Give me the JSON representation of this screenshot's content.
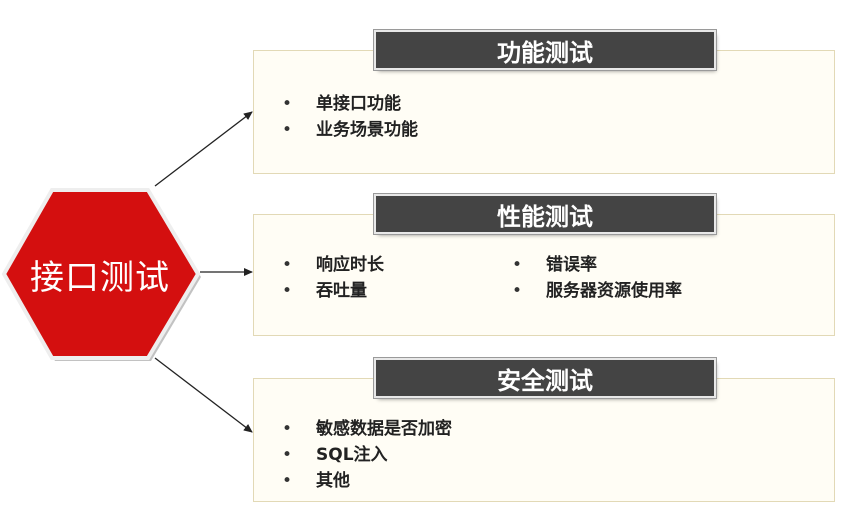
{
  "center": {
    "label": "接口测试"
  },
  "panels": {
    "functional": {
      "title": "功能测试",
      "items": [
        "单接口功能",
        "业务场景功能"
      ]
    },
    "performance": {
      "title": "性能测试",
      "left_items": [
        "响应时长",
        "吞吐量"
      ],
      "right_items": [
        "错误率",
        "服务器资源使用率"
      ]
    },
    "security": {
      "title": "安全测试",
      "items": [
        "敏感数据是否加密",
        "SQL注入",
        "其他"
      ]
    }
  },
  "bullet": "•",
  "colors": {
    "hexagon_fill": "#d40f0f",
    "title_bar": "#444444",
    "panel_bg": "#fffdf5",
    "panel_border": "#e2d9b6",
    "arrow": "#222222"
  }
}
